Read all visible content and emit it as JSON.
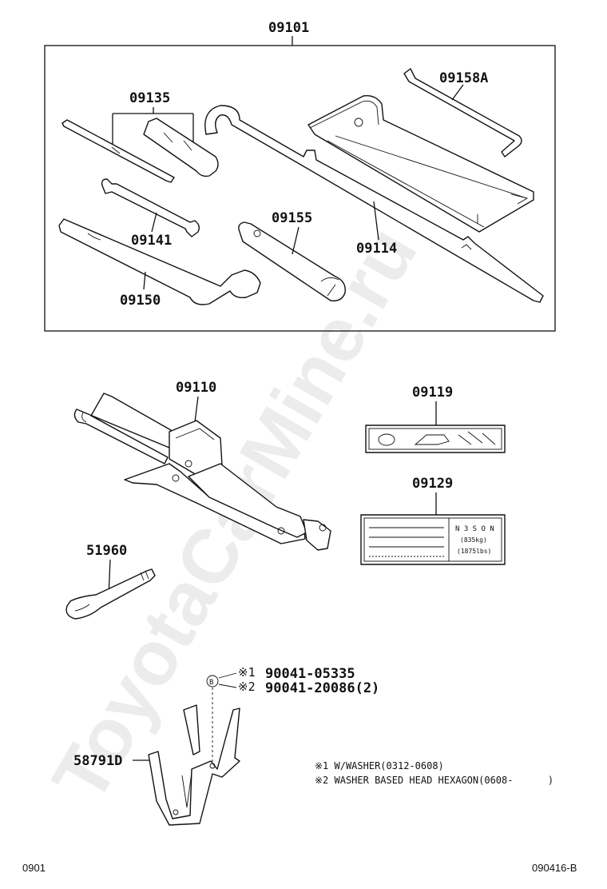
{
  "watermark": "ToyotaCarMine.ru",
  "parts": {
    "tool_set": "09101",
    "tool_bag": "09158A",
    "screwdriver": "09135",
    "wrench": "09141",
    "jack_handle": "09114",
    "plug_wrench": "09155",
    "wheel_wrench": "09150",
    "jack": "09110",
    "jack_label": "09119",
    "jack_label_2": "09129",
    "towing_hook": "51960",
    "jack_holder": "58791D",
    "bolt_1": "90041-05335",
    "bolt_2": "90041-20086(2)"
  },
  "bolt_marks": {
    "mark_1": "※1",
    "mark_2": "※2",
    "callout_letter": "B"
  },
  "label_card": {
    "line1": "N 3 S O N",
    "line2": "(835kg)",
    "line3": "(1875lbs)"
  },
  "notes": {
    "note1": "※1 W/WASHER(0312-0608)",
    "note2": "※2 WASHER BASED HEAD HEXAGON(0608-      )"
  },
  "footer": {
    "left": "0901",
    "right": "090416-B"
  }
}
